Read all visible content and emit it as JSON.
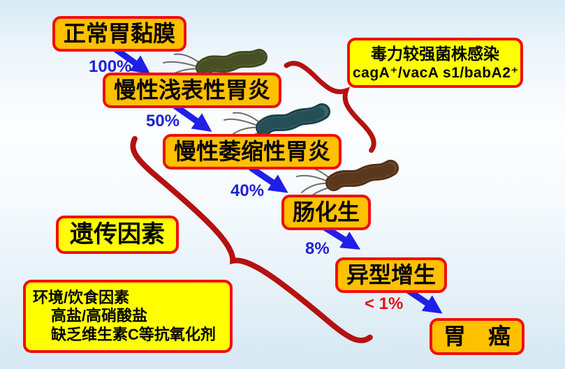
{
  "diagram_title": "Correa cascade of gastric carcinogenesis (H. pylori)",
  "palette": {
    "box_fill_orange": "#FFC000",
    "box_fill_yellow": "#FFFF00",
    "box_border_red": "#F10E0E",
    "brace_red": "#B51111",
    "arrow_blue": "#1F1FE8",
    "rate_blue": "#2222D0",
    "rate_red": "#E31212",
    "background_blue": "#D8EBF6"
  },
  "stages": [
    {
      "label": "正常胃黏膜"
    },
    {
      "label": "慢性浅表性胃炎"
    },
    {
      "label": "慢性萎缩性胃炎"
    },
    {
      "label": "肠化生"
    },
    {
      "label": "异型增生"
    },
    {
      "label": "胃　癌"
    }
  ],
  "transitions": [
    {
      "from": "正常胃黏膜",
      "to": "慢性浅表性胃炎",
      "rate": "100%"
    },
    {
      "from": "慢性浅表性胃炎",
      "to": "慢性萎缩性胃炎",
      "rate": "50%"
    },
    {
      "from": "慢性萎缩性胃炎",
      "to": "肠化生",
      "rate": "40%"
    },
    {
      "from": "肠化生",
      "to": "异型增生",
      "rate": "8%"
    },
    {
      "from": "异型增生",
      "to": "胃　癌",
      "rate": "< 1%"
    }
  ],
  "notes": {
    "virulence": {
      "line1": "毒力较强菌株感染",
      "line2": "cagA⁺/vacA s1/babA2⁺"
    },
    "genetic": {
      "label": "遗传因素"
    },
    "environment": {
      "line1": "环境/饮食因素",
      "line2": "高盐/高硝酸盐",
      "line3": "缺乏维生素C等抗氧化剂"
    }
  },
  "icons": {
    "bacteria": [
      {
        "name": "h-pylori-bacterium-green"
      },
      {
        "name": "h-pylori-bacterium-teal"
      },
      {
        "name": "h-pylori-bacterium-brown"
      }
    ],
    "braces": [
      {
        "name": "red-brace-virulence",
        "points_to": "毒力较强菌株感染"
      },
      {
        "name": "red-brace-host-factors",
        "points_to": "遗传因素 / 环境饮食因素"
      }
    ]
  }
}
